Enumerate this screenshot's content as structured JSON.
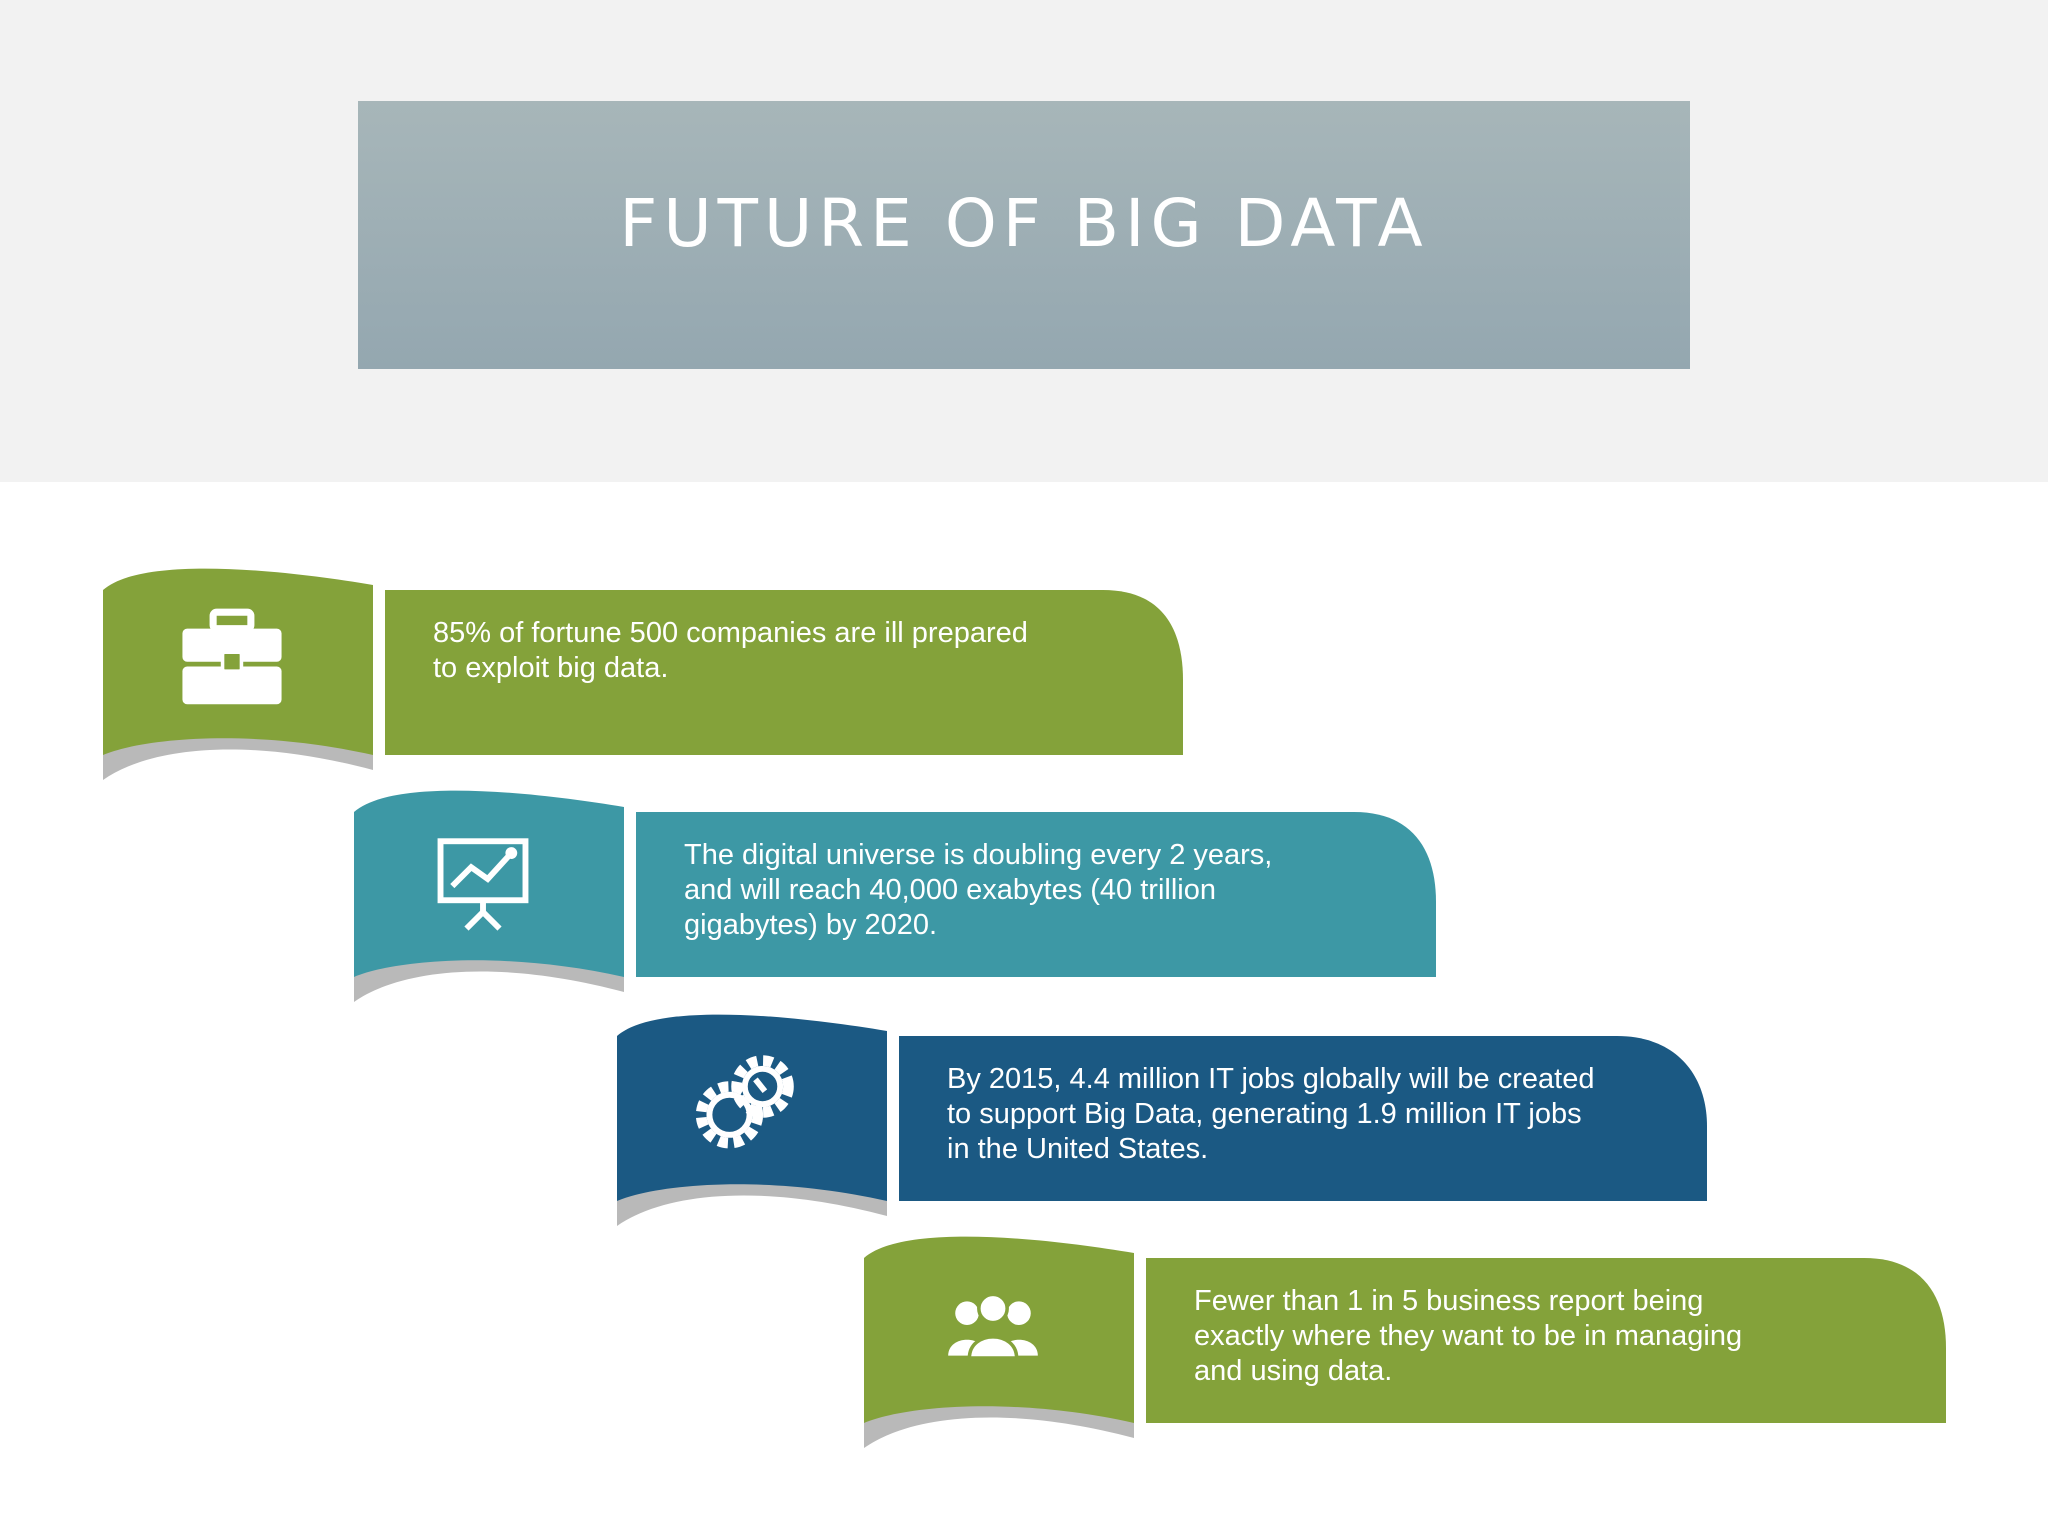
{
  "title": "FUTURE OF BIG DATA",
  "colors": {
    "top_band": "#f2f2f2",
    "title_box": "#9eafb4",
    "green": "#84a23a",
    "teal": "#3d98a5",
    "navy": "#1b5983",
    "shadow": "#b9b9b9"
  },
  "items": [
    {
      "icon": "briefcase-icon",
      "color": "#84a23a",
      "text": "85% of fortune 500 companies are ill prepared\nto exploit big data."
    },
    {
      "icon": "presentation-board-icon",
      "color": "#3d98a5",
      "text": "The digital universe is doubling every 2 years,\nand will reach 40,000 exabytes (40 trillion\ngigabytes)  by 2020."
    },
    {
      "icon": "gears-icon",
      "color": "#1b5983",
      "text": "By 2015, 4.4 million IT jobs globally will be created\nto support Big Data, generating 1.9 million IT jobs\nin the United States."
    },
    {
      "icon": "people-group-icon",
      "color": "#84a23a",
      "text": "Fewer than 1 in 5 business report being\nexactly where they want to be in managing\nand using data."
    }
  ]
}
